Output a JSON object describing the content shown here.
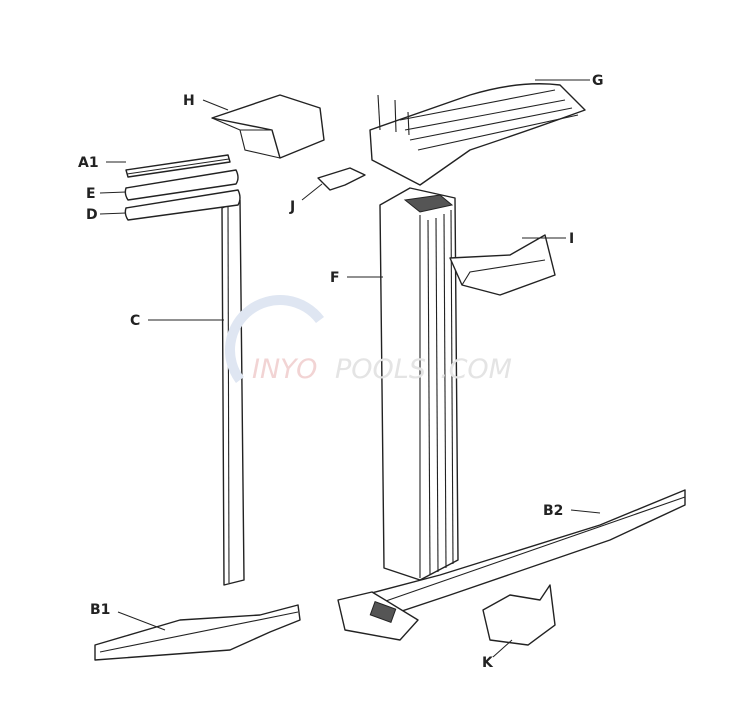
{
  "diagram": {
    "labels": {
      "H": "H",
      "A1": "A1",
      "E": "E",
      "D": "D",
      "C": "C",
      "J": "J",
      "G": "G",
      "F": "F",
      "I": "I",
      "B2": "B2",
      "B1": "B1",
      "K": "K"
    },
    "watermark": {
      "brand_a": "INYO",
      "brand_b": "POOLS",
      "suffix": ".COM"
    },
    "colors": {
      "line": "#222222",
      "watermark_red": "#f2d4d4",
      "watermark_grey": "#e4e4e4",
      "watermark_blue": "#dfe6f2"
    }
  }
}
